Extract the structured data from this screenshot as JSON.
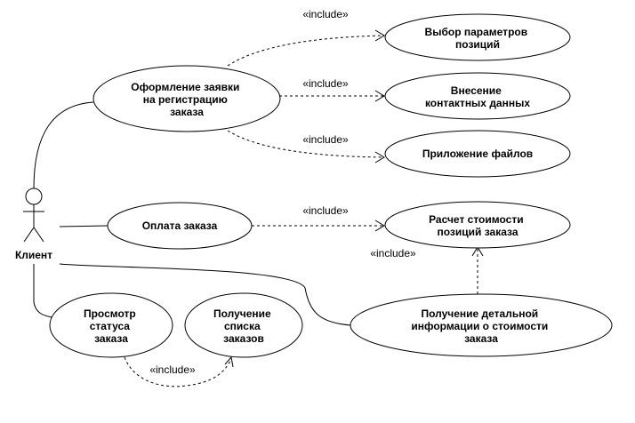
{
  "actor": {
    "label": "Клиент"
  },
  "stereotype": "«include»",
  "use_cases": {
    "order_application": [
      "Оформление заявки",
      "на регистрацию",
      "заказа"
    ],
    "select_params": [
      "Выбор параметров",
      "позиций"
    ],
    "enter_contacts": [
      "Внесение",
      "контактных данных"
    ],
    "attach_files": [
      "Приложение файлов"
    ],
    "order_payment": [
      "Оплата заказа"
    ],
    "calc_cost": [
      "Расчет стоимости",
      "позиций заказа"
    ],
    "view_status": [
      "Просмотр",
      "статуса",
      "заказа"
    ],
    "get_orders": [
      "Получение",
      "списка",
      "заказов"
    ],
    "detail_cost": [
      "Получение детальной",
      "информации о стоимости",
      "заказа"
    ]
  }
}
